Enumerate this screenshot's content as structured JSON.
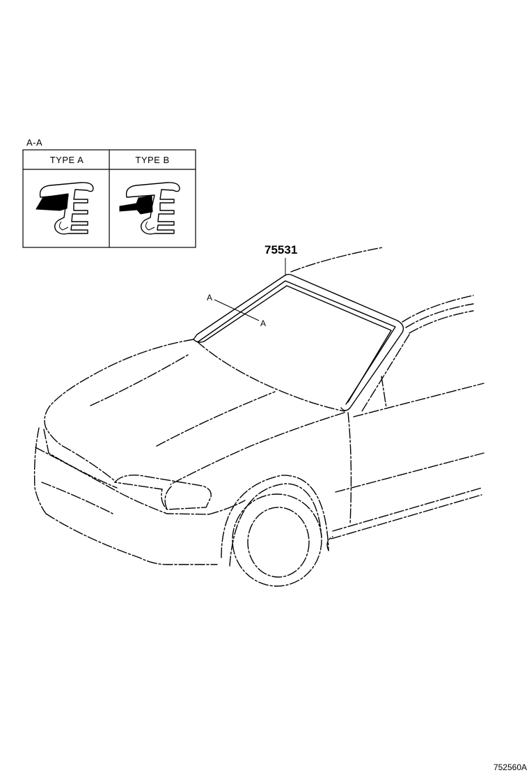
{
  "section_label": "A-A",
  "inset": {
    "type_a": "TYPE A",
    "type_b": "TYPE B"
  },
  "callouts": {
    "part_number": "75531",
    "section_mark_1": "A",
    "section_mark_2": "A"
  },
  "illustration_code": "752560A"
}
